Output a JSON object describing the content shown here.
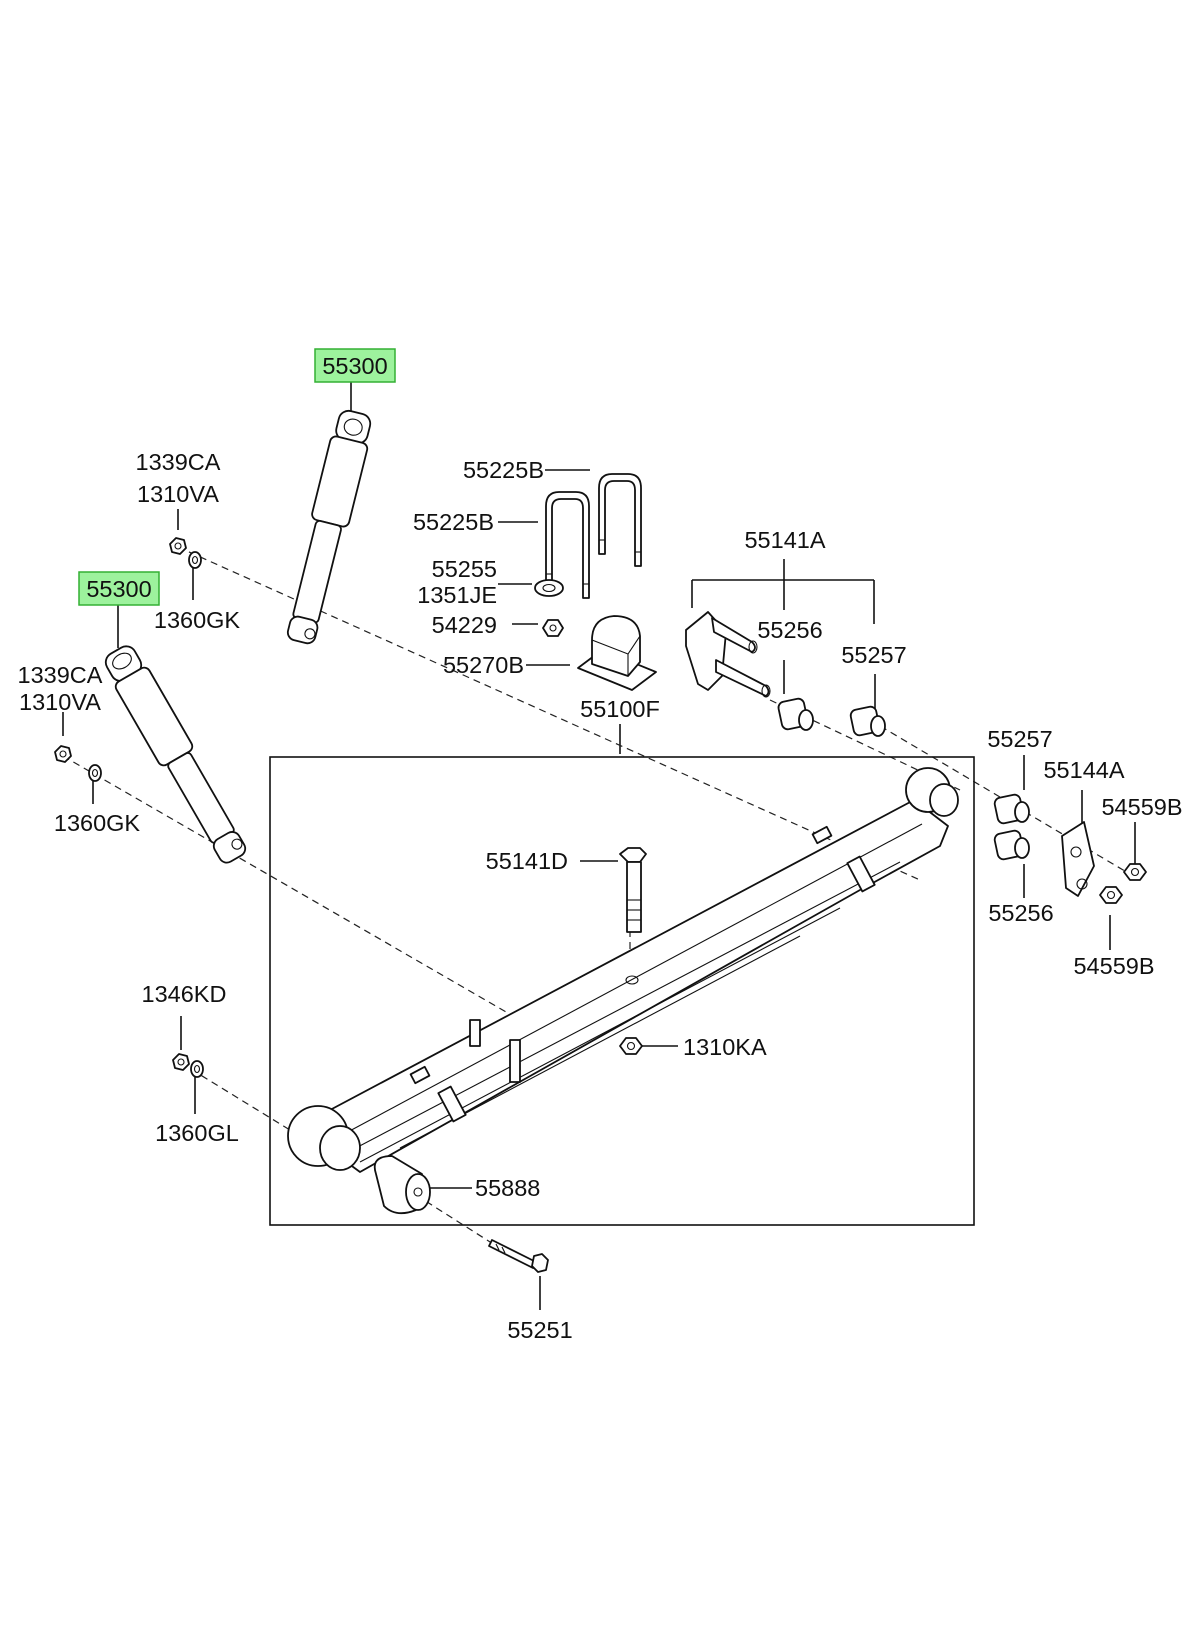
{
  "colors": {
    "highlight_fill": "#9df29d",
    "highlight_border": "#33b033",
    "ink": "#111111"
  },
  "labels": {
    "shock_upper": "55300",
    "shock_lower": "55300",
    "nut_upper_a": "1339CA",
    "nut_upper_b": "1310VA",
    "washer_upper": "1360GK",
    "nut_lower_a": "1339CA",
    "nut_lower_b": "1310VA",
    "washer_lower": "1360GK",
    "ubolt_a": "55225B",
    "ubolt_b": "55225B",
    "washer_55255": "55255",
    "washer_1351je": "1351JE",
    "nut_54229": "54229",
    "bumper_55270b": "55270B",
    "spring_assy": "55100F",
    "shackle_assy": "55141A",
    "bush_55256_top": "55256",
    "bush_55257_top": "55257",
    "bush_55257_right": "55257",
    "plate_55144a": "55144A",
    "nut_54559b_top": "54559B",
    "bush_55256_right": "55256",
    "nut_54559b_bottom": "54559B",
    "bolt_55141d": "55141D",
    "nut_1310ka": "1310KA",
    "nut_1346kd": "1346KD",
    "washer_1360gl": "1360GL",
    "bush_55888": "55888",
    "bolt_55251": "55251"
  },
  "icons": [
    "shock-absorber-icon",
    "u-bolt-icon",
    "leaf-spring-icon",
    "shackle-icon",
    "bushing-icon",
    "nut-icon",
    "washer-icon",
    "bolt-icon",
    "bump-stopper-icon"
  ]
}
